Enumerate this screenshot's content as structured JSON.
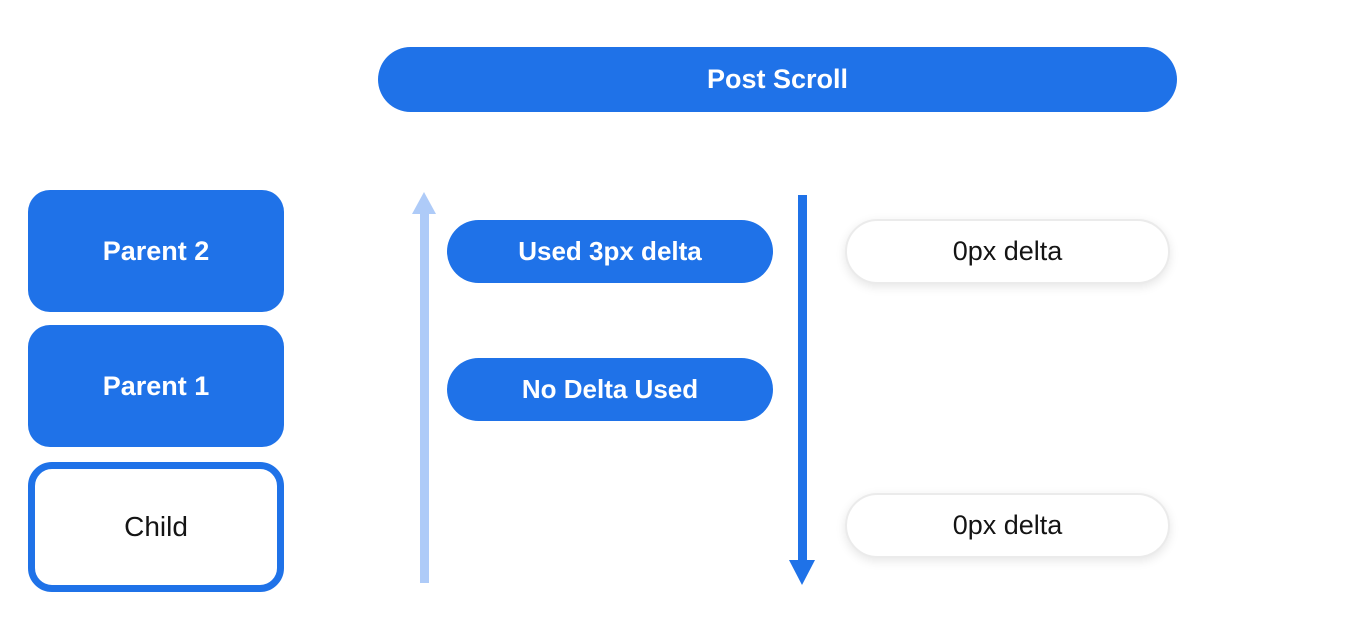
{
  "header": {
    "label": "Post Scroll"
  },
  "scroll_chain": {
    "boxes": [
      {
        "label": "Parent 2",
        "style": "filled"
      },
      {
        "label": "Parent 1",
        "style": "filled"
      },
      {
        "label": "Child",
        "style": "outlined"
      }
    ]
  },
  "upward_column": {
    "arrow_direction": "up",
    "pills": [
      {
        "label": "Used 3px delta"
      },
      {
        "label": "No Delta Used"
      }
    ]
  },
  "downward_column": {
    "arrow_direction": "down",
    "pills": [
      {
        "label": "0px delta"
      },
      {
        "label": "0px delta"
      }
    ]
  },
  "colors": {
    "primary_blue": "#1F72E8",
    "light_blue": "#AECBF8",
    "white": "#FFFFFF",
    "dark_text": "#141414",
    "white_pill_border": "#EBEBEB"
  }
}
